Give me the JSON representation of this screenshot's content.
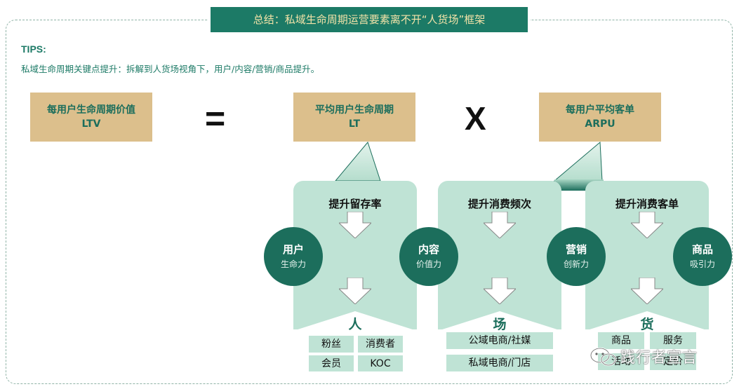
{
  "banner": "总结：私域生命周期运营要素离不开“人货场”框架",
  "tips": {
    "label": "TIPS:",
    "text": "私域生命周期关键点提升：拆解到人货场视角下，用户/内容/营销/商品提升。"
  },
  "formula": {
    "ltv": {
      "line1": "每用户生命周期价值",
      "line2": "LTV"
    },
    "equals": "=",
    "lt": {
      "line1": "平均用户生命周期",
      "line2": "LT"
    },
    "times": "X",
    "arpu": {
      "line1": "每用户平均客单",
      "line2": "ARPU"
    }
  },
  "panels": [
    {
      "heading": "提升留存率",
      "center": "人",
      "tags": [
        "粉丝",
        "消费者",
        "会员",
        "KOC"
      ]
    },
    {
      "heading": "提升消费频次",
      "center": "场",
      "tags": [
        "公域电商/社媒",
        "私域电商/门店"
      ]
    },
    {
      "heading": "提升消费客单",
      "center": "货",
      "tags": [
        "商品",
        "服务",
        "活动",
        "定价"
      ]
    }
  ],
  "circles": [
    {
      "title": "用户",
      "sub": "生命力"
    },
    {
      "title": "内容",
      "sub": "价值力"
    },
    {
      "title": "营销",
      "sub": "创新力"
    },
    {
      "title": "商品",
      "sub": "吸引力"
    }
  ],
  "watermark": "践行者宣言",
  "colors": {
    "accent": "#1c7a66",
    "panel": "#bfe3d5",
    "tan": "#dcbf8c",
    "circle": "#1c6e5c",
    "banner_text": "#f3e3a8"
  }
}
